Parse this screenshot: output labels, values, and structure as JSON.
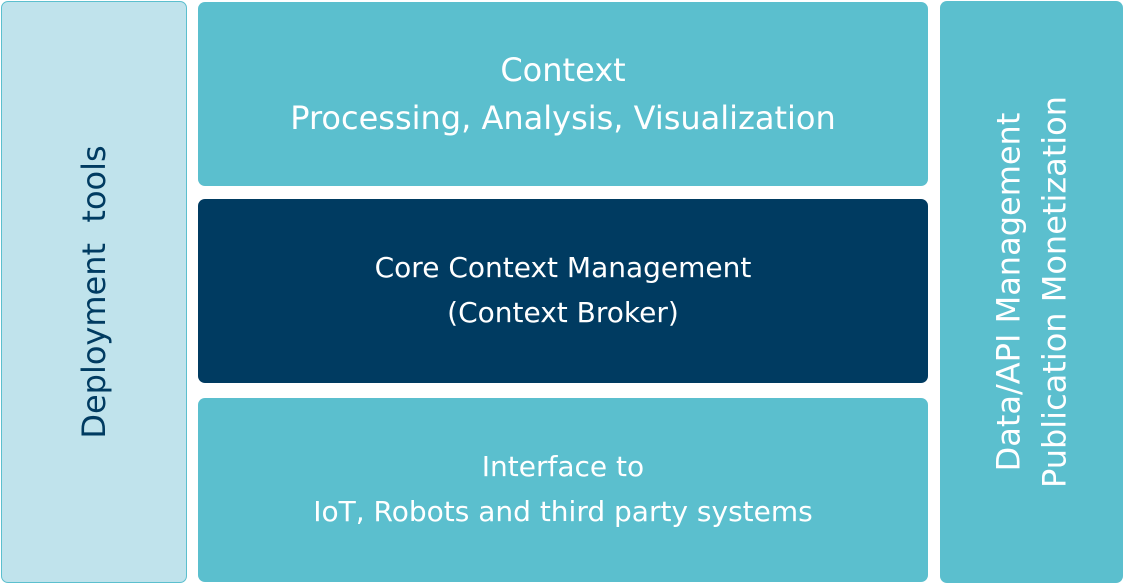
{
  "diagram": {
    "left_panel": {
      "label": "Deployment  tools"
    },
    "top_block": {
      "line1": "Context",
      "line2": "Processing, Analysis, Visualization"
    },
    "middle_block": {
      "line1": "Core Context Management",
      "line2": "(Context Broker)"
    },
    "bottom_block": {
      "line1": "Interface to",
      "line2": "IoT, Robots and third party systems"
    },
    "right_panel": {
      "line1": "Data/API Management",
      "line2": "Publication Monetization"
    }
  },
  "colors": {
    "light_cyan": "#c0e3ec",
    "teal": "#5bbfce",
    "navy": "#003b61",
    "white": "#ffffff"
  }
}
